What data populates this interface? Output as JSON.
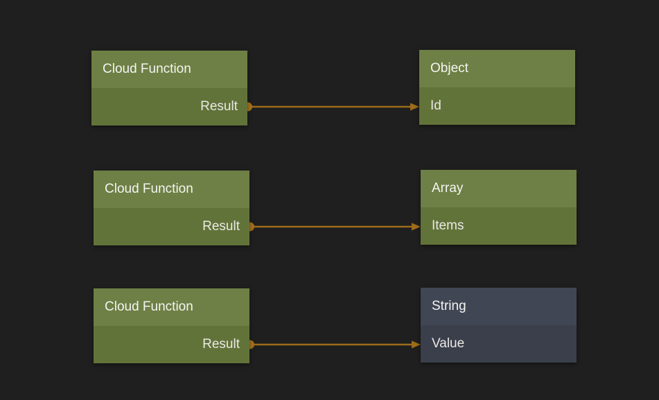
{
  "canvas": {
    "background_color": "#1f1f1f"
  },
  "palette": {
    "green_node_header": "#6e8045",
    "green_node_body": "#627339",
    "dark_node_header": "#414654",
    "dark_node_body": "#3a3f4b",
    "wire_color": "#9e6c1a",
    "port_dot_color": "#a5711e",
    "title_text_color": "#f4f4f2",
    "port_label_text_color": "#e9e9e4"
  },
  "nodes": [
    {
      "title": "Cloud Function",
      "variant": "green",
      "ports": [
        {
          "label": "Result",
          "direction": "output"
        }
      ]
    },
    {
      "title": "Object",
      "variant": "green",
      "ports": [
        {
          "label": "Id",
          "direction": "input"
        }
      ]
    },
    {
      "title": "Cloud Function",
      "variant": "green",
      "ports": [
        {
          "label": "Result",
          "direction": "output"
        }
      ]
    },
    {
      "title": "Array",
      "variant": "green",
      "ports": [
        {
          "label": "Items",
          "direction": "input"
        }
      ]
    },
    {
      "title": "Cloud Function",
      "variant": "green",
      "ports": [
        {
          "label": "Result",
          "direction": "output"
        }
      ]
    },
    {
      "title": "String",
      "variant": "dark",
      "ports": [
        {
          "label": "Value",
          "direction": "input"
        }
      ]
    }
  ],
  "connections": [
    {
      "from_node": "Cloud Function",
      "from_port": "Result",
      "to_node": "Object",
      "to_port": "Id"
    },
    {
      "from_node": "Cloud Function",
      "from_port": "Result",
      "to_node": "Array",
      "to_port": "Items"
    },
    {
      "from_node": "Cloud Function",
      "from_port": "Result",
      "to_node": "String",
      "to_port": "Value"
    }
  ]
}
